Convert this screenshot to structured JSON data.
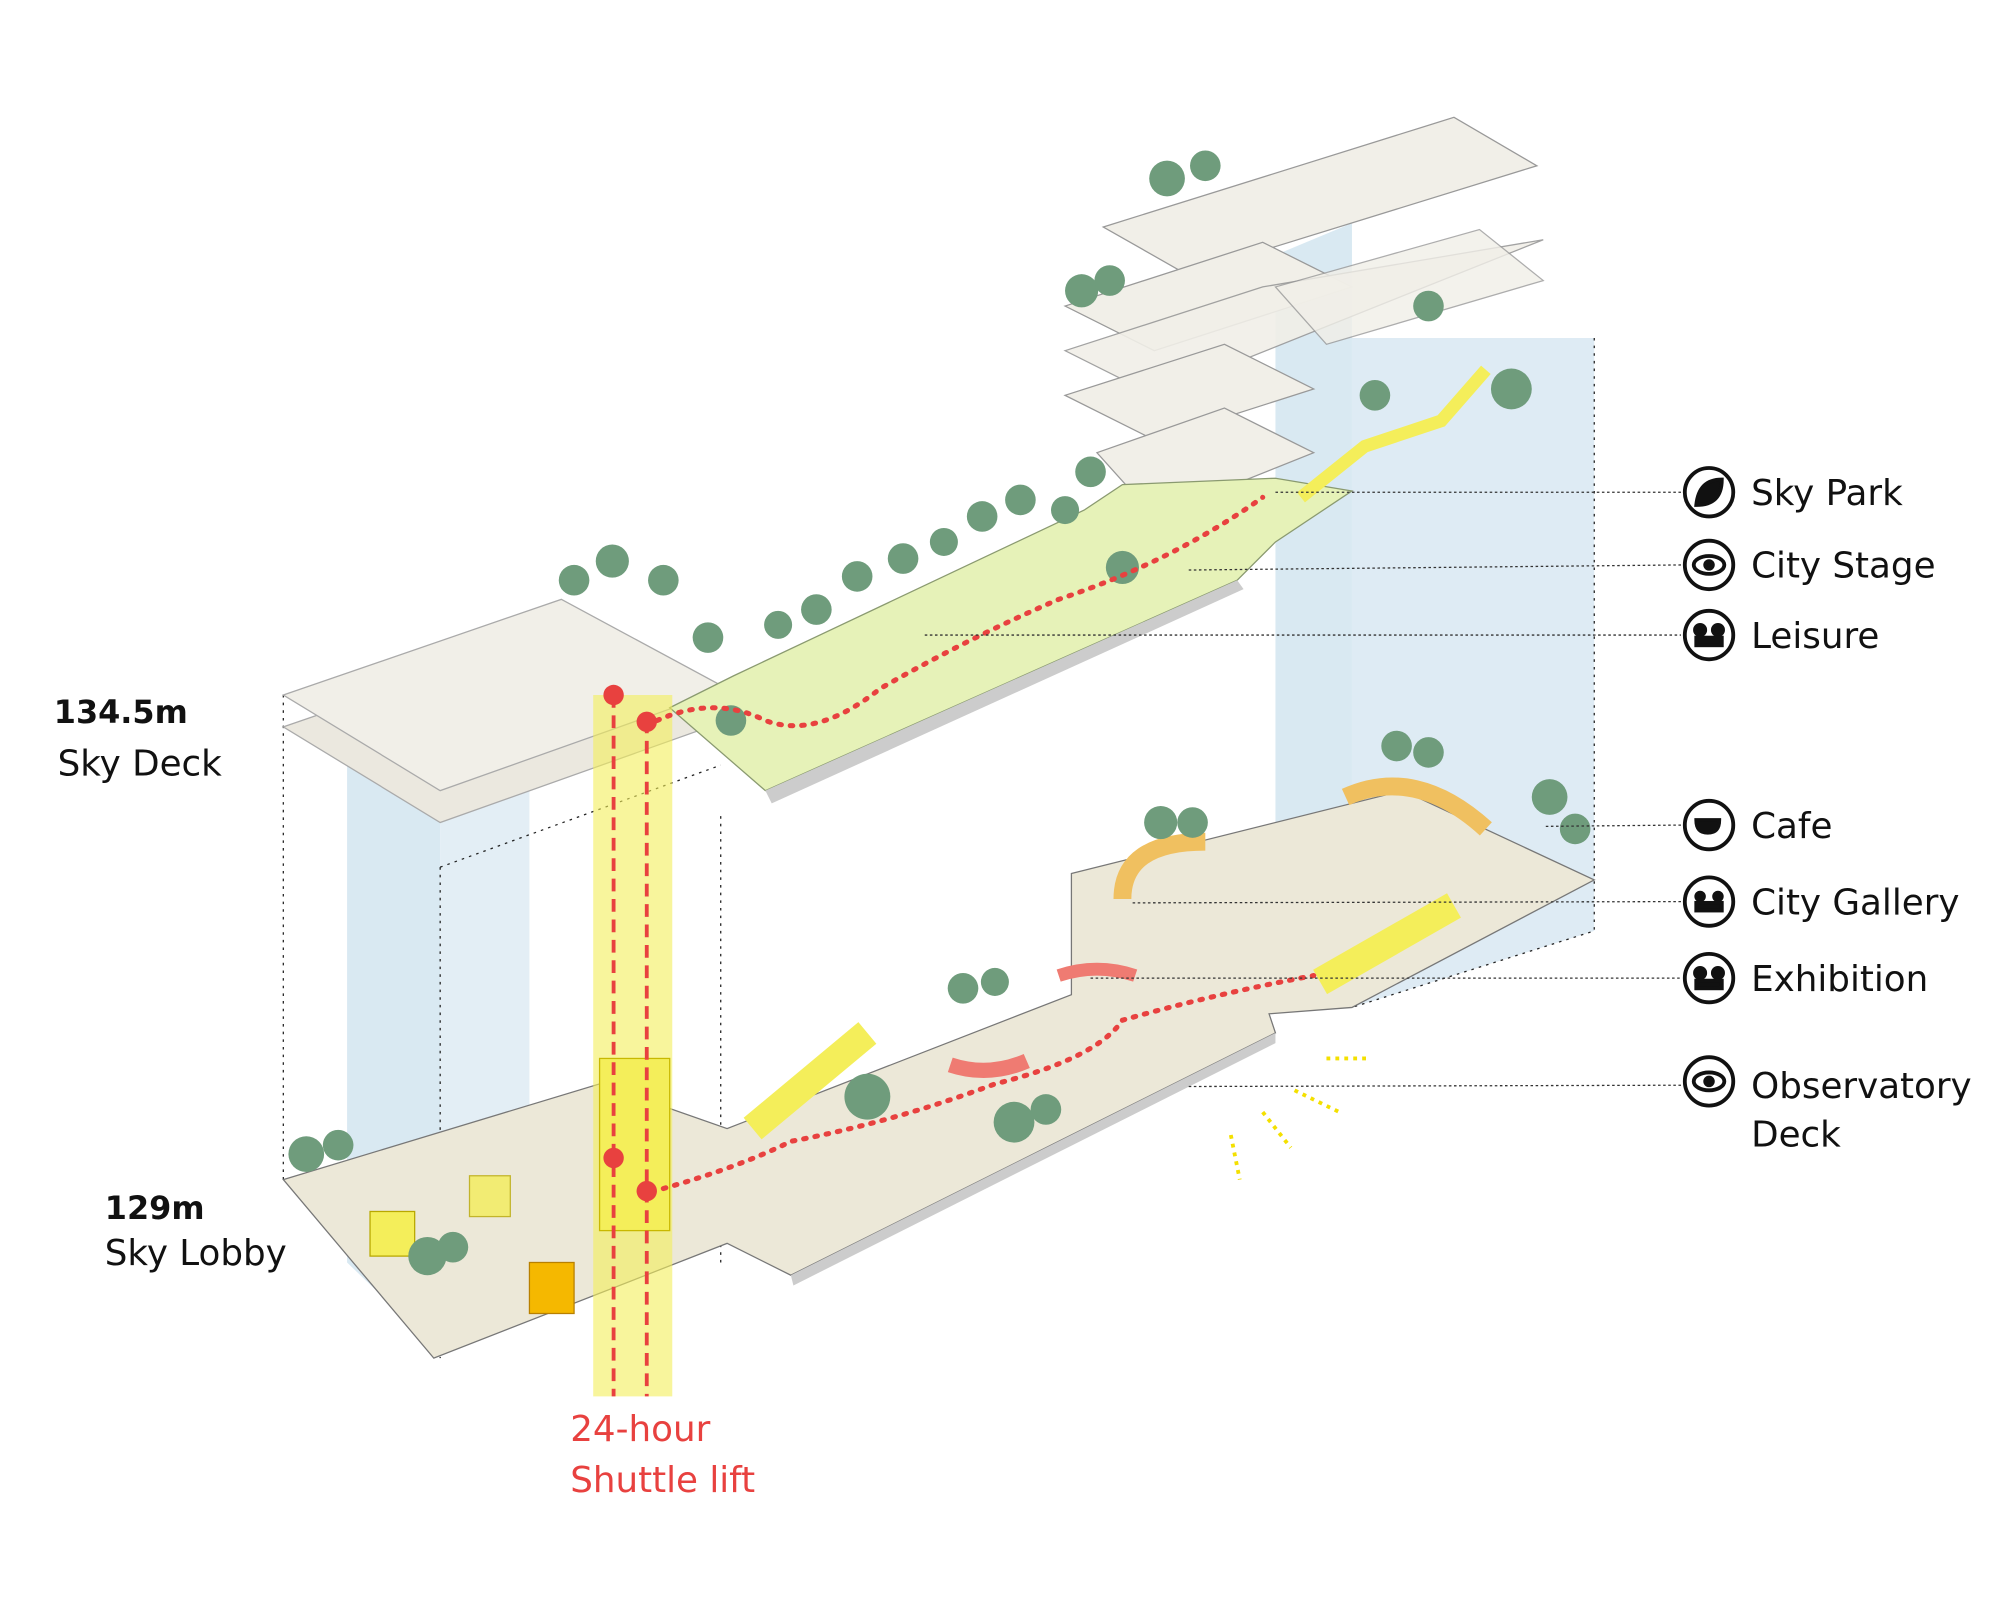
{
  "diagram": {
    "levels": [
      {
        "height": "134.5m",
        "name": "Sky Deck"
      },
      {
        "height": "129m",
        "name": "Sky Lobby"
      }
    ],
    "lift": {
      "line1": "24-hour",
      "line2": "Shuttle lift"
    },
    "legend": [
      {
        "label": "Sky Park",
        "icon": "leaf-icon"
      },
      {
        "label": "City Stage",
        "icon": "eye-icon"
      },
      {
        "label": "Leisure",
        "icon": "people-icon"
      },
      {
        "label": "Cafe",
        "icon": "coffee-cup-icon"
      },
      {
        "label": "City Gallery",
        "icon": "gallery-people-icon"
      },
      {
        "label": "Exhibition",
        "icon": "people-icon"
      },
      {
        "label": "Observatory",
        "label2": "Deck",
        "icon": "eye-icon"
      }
    ],
    "colors": {
      "route": "#e8413f",
      "lift": "#f4ee5a",
      "park": "#e6f2b8",
      "slab": "#efece2",
      "tower": "#cfe3ef",
      "tree": "#6f9c7c"
    }
  }
}
